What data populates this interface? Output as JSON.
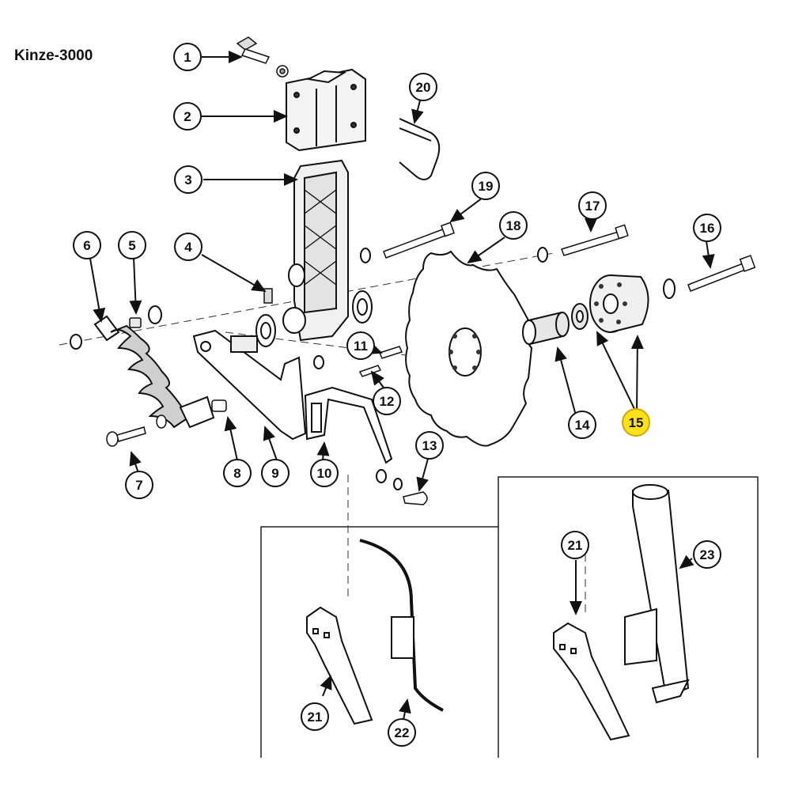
{
  "title": "Kinze-3000",
  "highlight_color": "#ffe11a",
  "callouts": [
    {
      "id": "1",
      "label": "1"
    },
    {
      "id": "2",
      "label": "2"
    },
    {
      "id": "3",
      "label": "3"
    },
    {
      "id": "4",
      "label": "4"
    },
    {
      "id": "5",
      "label": "5"
    },
    {
      "id": "6",
      "label": "6"
    },
    {
      "id": "7",
      "label": "7"
    },
    {
      "id": "8",
      "label": "8"
    },
    {
      "id": "9",
      "label": "9"
    },
    {
      "id": "10",
      "label": "10"
    },
    {
      "id": "11",
      "label": "11"
    },
    {
      "id": "12",
      "label": "12"
    },
    {
      "id": "13",
      "label": "13"
    },
    {
      "id": "14",
      "label": "14"
    },
    {
      "id": "15",
      "label": "15",
      "highlighted": true
    },
    {
      "id": "16",
      "label": "16"
    },
    {
      "id": "17",
      "label": "17"
    },
    {
      "id": "18",
      "label": "18"
    },
    {
      "id": "19",
      "label": "19"
    },
    {
      "id": "20",
      "label": "20"
    },
    {
      "id": "21a",
      "label": "21"
    },
    {
      "id": "22",
      "label": "22"
    },
    {
      "id": "21b",
      "label": "21"
    },
    {
      "id": "23",
      "label": "23"
    }
  ]
}
